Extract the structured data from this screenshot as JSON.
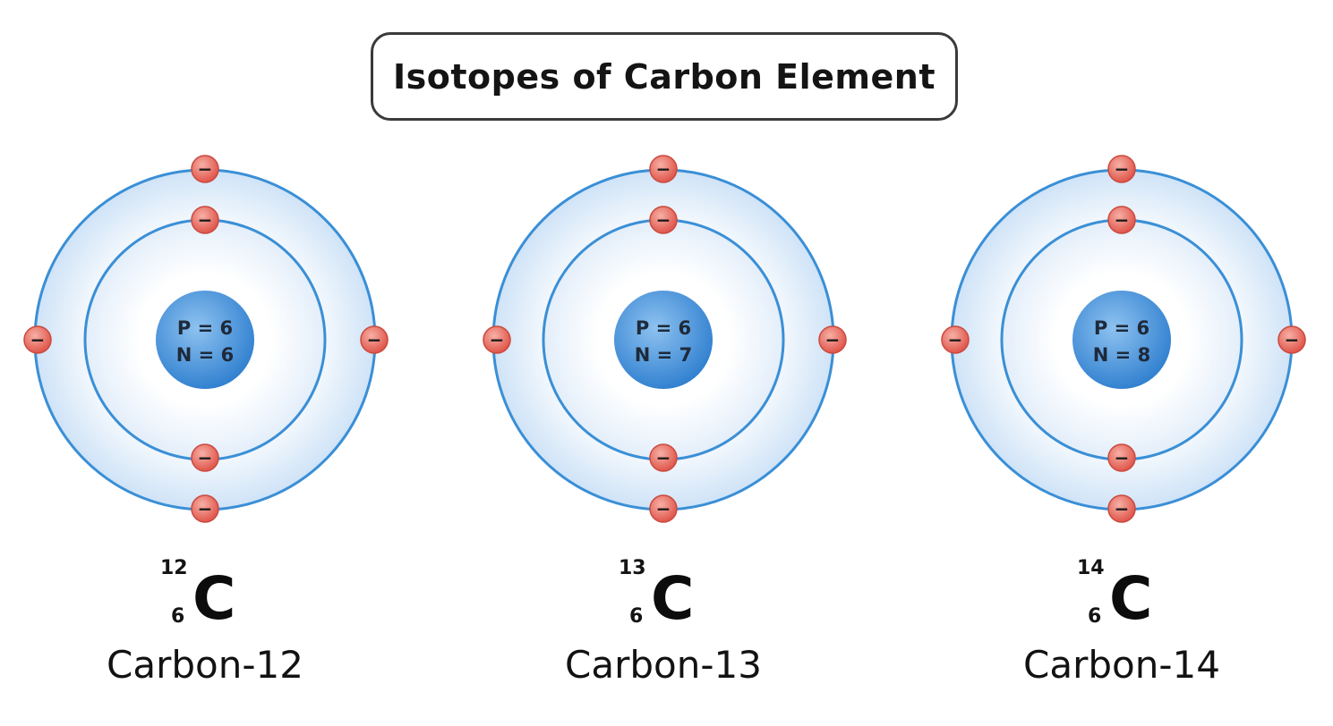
{
  "title": "Isotopes of Carbon Element",
  "colors": {
    "orbit_stroke": "#3a8fd6",
    "shell_fill": "#dcebf9",
    "nucleus": "#3f8fd8",
    "electron": "#e8685c",
    "electron_stroke": "#c94a3f"
  },
  "isotopes": [
    {
      "name": "Carbon-12",
      "symbol": "C",
      "mass_number": "12",
      "atomic_number": "6",
      "protons_label": "P = 6",
      "neutrons_label": "N = 6"
    },
    {
      "name": "Carbon-13",
      "symbol": "C",
      "mass_number": "13",
      "atomic_number": "6",
      "protons_label": "P = 6",
      "neutrons_label": "N = 7"
    },
    {
      "name": "Carbon-14",
      "symbol": "C",
      "mass_number": "14",
      "atomic_number": "6",
      "protons_label": "P = 6",
      "neutrons_label": "N = 8"
    }
  ],
  "electron_sign": "−"
}
